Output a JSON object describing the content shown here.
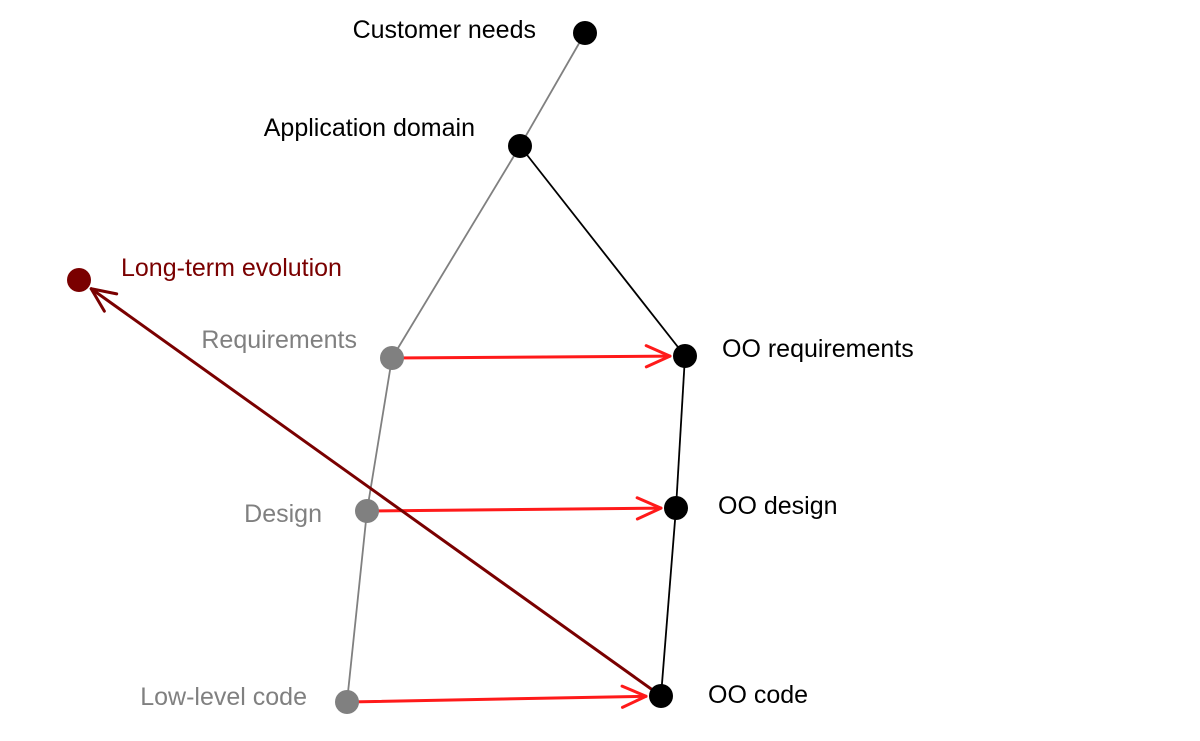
{
  "nodes": [
    {
      "id": "customer-needs",
      "label": "Customer needs",
      "color": "#000000",
      "label_color": "#000000"
    },
    {
      "id": "application-domain",
      "label": "Application domain",
      "color": "#000000",
      "label_color": "#000000"
    },
    {
      "id": "requirements",
      "label": "Requirements",
      "color": "#808080",
      "label_color": "#808080"
    },
    {
      "id": "design",
      "label": "Design",
      "color": "#808080",
      "label_color": "#808080"
    },
    {
      "id": "low-level-code",
      "label": "Low-level code",
      "color": "#808080",
      "label_color": "#808080"
    },
    {
      "id": "oo-requirements",
      "label": "OO requirements",
      "color": "#000000",
      "label_color": "#000000"
    },
    {
      "id": "oo-design",
      "label": "OO design",
      "color": "#000000",
      "label_color": "#000000"
    },
    {
      "id": "oo-code",
      "label": "OO code",
      "color": "#000000",
      "label_color": "#000000"
    },
    {
      "id": "long-term-evolution",
      "label": "Long-term evolution",
      "color": "#7a0000",
      "label_color": "#7a0000"
    }
  ],
  "edges": [
    {
      "from": "customer-needs",
      "to": "application-domain",
      "color": "#808080",
      "arrow": false
    },
    {
      "from": "application-domain",
      "to": "requirements",
      "color": "#808080",
      "arrow": false
    },
    {
      "from": "requirements",
      "to": "design",
      "color": "#808080",
      "arrow": false
    },
    {
      "from": "design",
      "to": "low-level-code",
      "color": "#808080",
      "arrow": false
    },
    {
      "from": "application-domain",
      "to": "oo-requirements",
      "color": "#000000",
      "arrow": false
    },
    {
      "from": "oo-requirements",
      "to": "oo-design",
      "color": "#000000",
      "arrow": false
    },
    {
      "from": "oo-design",
      "to": "oo-code",
      "color": "#000000",
      "arrow": false
    },
    {
      "from": "requirements",
      "to": "oo-requirements",
      "color": "#ff1a1a",
      "arrow": true
    },
    {
      "from": "design",
      "to": "oo-design",
      "color": "#ff1a1a",
      "arrow": true
    },
    {
      "from": "low-level-code",
      "to": "oo-code",
      "color": "#ff1a1a",
      "arrow": true
    },
    {
      "from": "oo-code",
      "to": "long-term-evolution",
      "color": "#7a0000",
      "arrow": true
    }
  ]
}
